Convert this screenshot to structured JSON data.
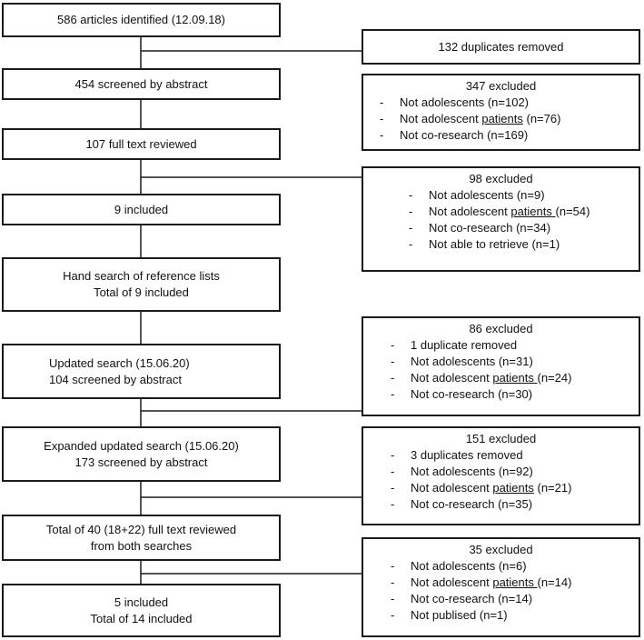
{
  "flow": [
    {
      "id": "identified",
      "lines": [
        "586 articles identified (12.09.18)"
      ]
    },
    {
      "id": "screened",
      "lines": [
        "454 screened by abstract"
      ]
    },
    {
      "id": "fulltext",
      "lines": [
        "107 full text reviewed"
      ]
    },
    {
      "id": "included",
      "lines": [
        "9 included"
      ]
    },
    {
      "id": "handsearch",
      "lines": [
        "Hand search of reference lists",
        "Total of 9 included"
      ]
    },
    {
      "id": "updated",
      "lines": [
        "Updated search (15.06.20)",
        "104 screened by abstract"
      ]
    },
    {
      "id": "expanded",
      "lines": [
        "Expanded updated search (15.06.20)",
        "173 screened by abstract"
      ]
    },
    {
      "id": "total40",
      "lines": [
        "Total of 40 (18+22) full text reviewed",
        "from both searches"
      ]
    },
    {
      "id": "final",
      "lines": [
        "5 included",
        "Total of 14 included"
      ]
    }
  ],
  "exclusions": [
    {
      "id": "dup",
      "head": "132 duplicates removed",
      "items": []
    },
    {
      "id": "ex347",
      "head": "347 excluded",
      "items": [
        {
          "pre": "Not adolescents (n=102)",
          "u": "",
          "post": ""
        },
        {
          "pre": "Not adolescent ",
          "u": "patients",
          "post": " (n=76)"
        },
        {
          "pre": "Not co-research (n=169)",
          "u": "",
          "post": ""
        }
      ]
    },
    {
      "id": "ex98",
      "head": "98 excluded",
      "items": [
        {
          "pre": "Not adolescents (n=9)",
          "u": "",
          "post": ""
        },
        {
          "pre": "Not adolescent ",
          "u": "patients ",
          "post": "(n=54)"
        },
        {
          "pre": "Not co-research (n=34)",
          "u": "",
          "post": ""
        },
        {
          "pre": "Not able to retrieve (n=1)",
          "u": "",
          "post": ""
        }
      ]
    },
    {
      "id": "ex86",
      "head": "86 excluded",
      "items": [
        {
          "pre": "1 duplicate removed",
          "u": "",
          "post": ""
        },
        {
          "pre": "Not adolescents (n=31)",
          "u": "",
          "post": ""
        },
        {
          "pre": "Not adolescent ",
          "u": "patients ",
          "post": "(n=24)"
        },
        {
          "pre": "Not co-research (n=30)",
          "u": "",
          "post": ""
        }
      ]
    },
    {
      "id": "ex151",
      "head": "151 excluded",
      "items": [
        {
          "pre": "3 duplicates removed",
          "u": "",
          "post": ""
        },
        {
          "pre": "Not adolescents (n=92)",
          "u": "",
          "post": ""
        },
        {
          "pre": "Not adolescent ",
          "u": "patients",
          "post": " (n=21)"
        },
        {
          "pre": "Not co-research (n=35)",
          "u": "",
          "post": ""
        }
      ]
    },
    {
      "id": "ex35",
      "head": "35 excluded",
      "items": [
        {
          "pre": "Not adolescents (n=6)",
          "u": "",
          "post": ""
        },
        {
          "pre": "Not adolescent ",
          "u": "patients ",
          "post": "(n=14)"
        },
        {
          "pre": "Not co-research (n=14)",
          "u": "",
          "post": ""
        },
        {
          "pre": "Not publised (n=1)",
          "u": "",
          "post": ""
        }
      ]
    }
  ]
}
